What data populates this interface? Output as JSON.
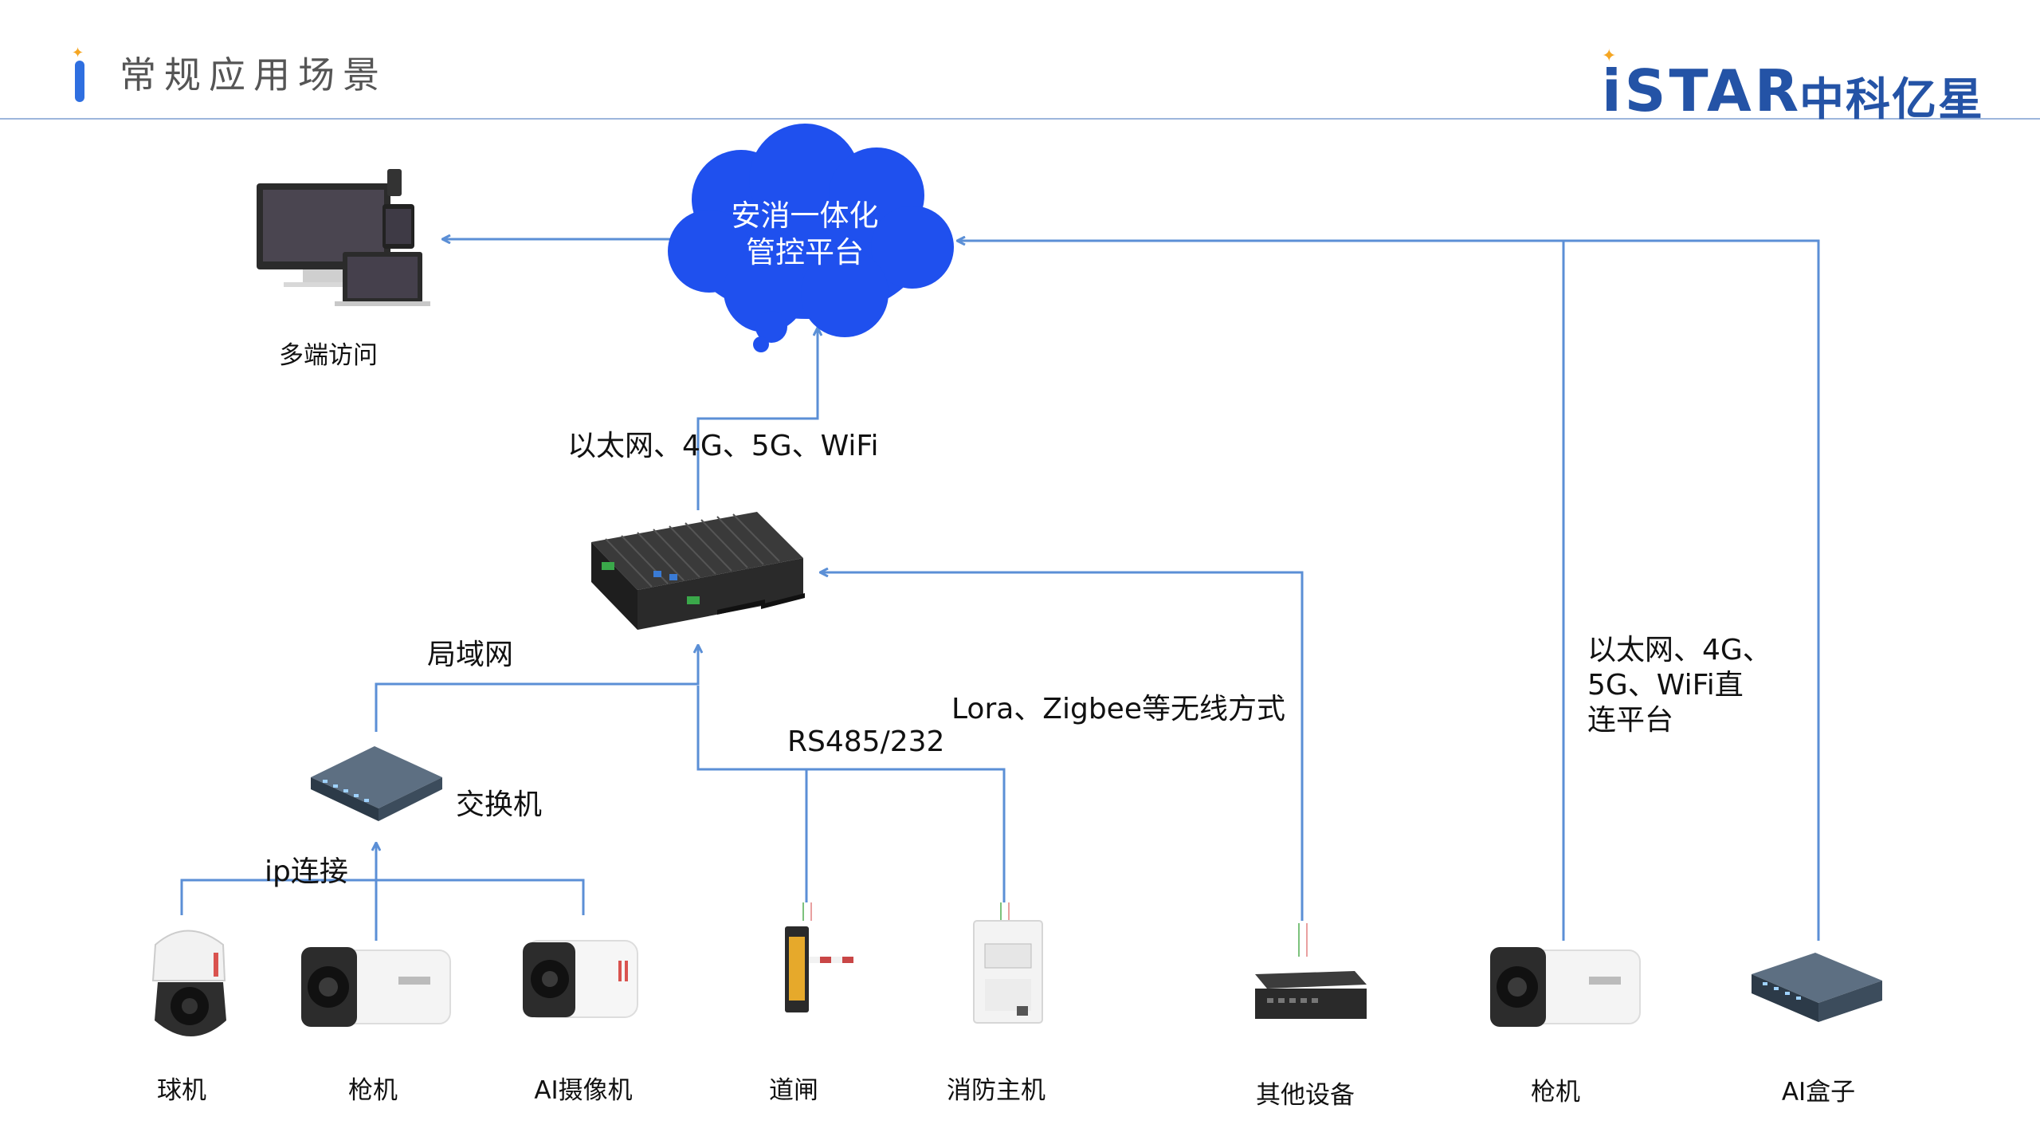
{
  "header": {
    "title": "常规应用场景",
    "logo_text": "iSTAR",
    "logo_cn": "中科亿星"
  },
  "colors": {
    "line": "#5b8fd6",
    "header_rule": "#9db6dc",
    "brand": "#2453a6",
    "cloud": "#1f50ee",
    "accent_orange": "#f5a623"
  },
  "cloud": {
    "line1": "安消一体化",
    "line2": "管控平台"
  },
  "nodes": {
    "multi_access": "多端访问",
    "switch": "交换机",
    "dome_camera": "球机",
    "bullet_camera": "枪机",
    "ai_camera": "AI摄像机",
    "barrier_gate": "道闸",
    "fire_host": "消防主机",
    "other_devices": "其他设备",
    "bullet_camera_right": "枪机",
    "ai_box": "AI盒子"
  },
  "links": {
    "uplink": "以太网、4G、5G、WiFi",
    "lan": "局域网",
    "rs485": "RS485/232",
    "wireless": "Lora、Zigbee等无线方式",
    "ip": "ip连接",
    "direct_line1": "以太网、4G、",
    "direct_line2": "5G、WiFi直",
    "direct_line3": "连平台"
  }
}
